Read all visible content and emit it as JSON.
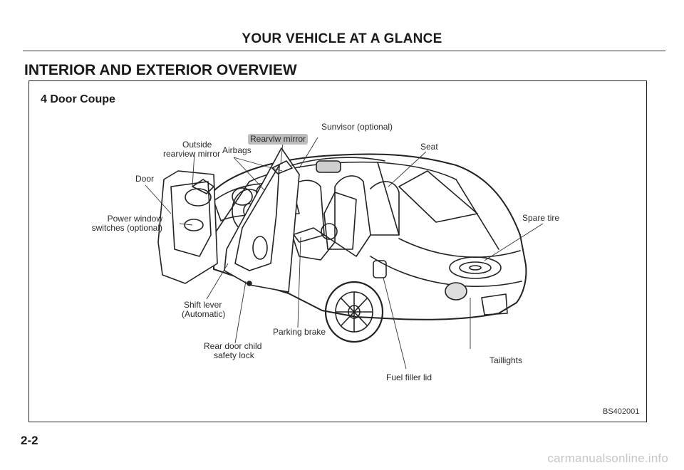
{
  "header": {
    "title": "YOUR VEHICLE AT A GLANCE"
  },
  "section": {
    "title": "INTERIOR AND EXTERIOR OVERVIEW"
  },
  "figure": {
    "subtitle": "4 Door Coupe",
    "labels": {
      "sunvisor": "Sunvisor (optional)",
      "rearview_mirror": "Rearvlw mirror",
      "outside_mirror_1": "Outside",
      "outside_mirror_2": "rearview mirror",
      "airbags": "Airbags",
      "seat": "Seat",
      "door": "Door",
      "power_window_1": "Power window",
      "power_window_2": "switches (optional)",
      "spare_tire": "Spare tire",
      "shift_lever_1": "Shift lever",
      "shift_lever_2": "(Automatic)",
      "parking_brake": "Parking brake",
      "rear_door_1": "Rear door child",
      "rear_door_2": "safety lock",
      "taillights": "Taillights",
      "fuel_filler": "Fuel filler lid"
    },
    "code": "BS402001"
  },
  "page": {
    "number": "2-2"
  },
  "watermark": {
    "text": "carmanualsonline.info"
  }
}
